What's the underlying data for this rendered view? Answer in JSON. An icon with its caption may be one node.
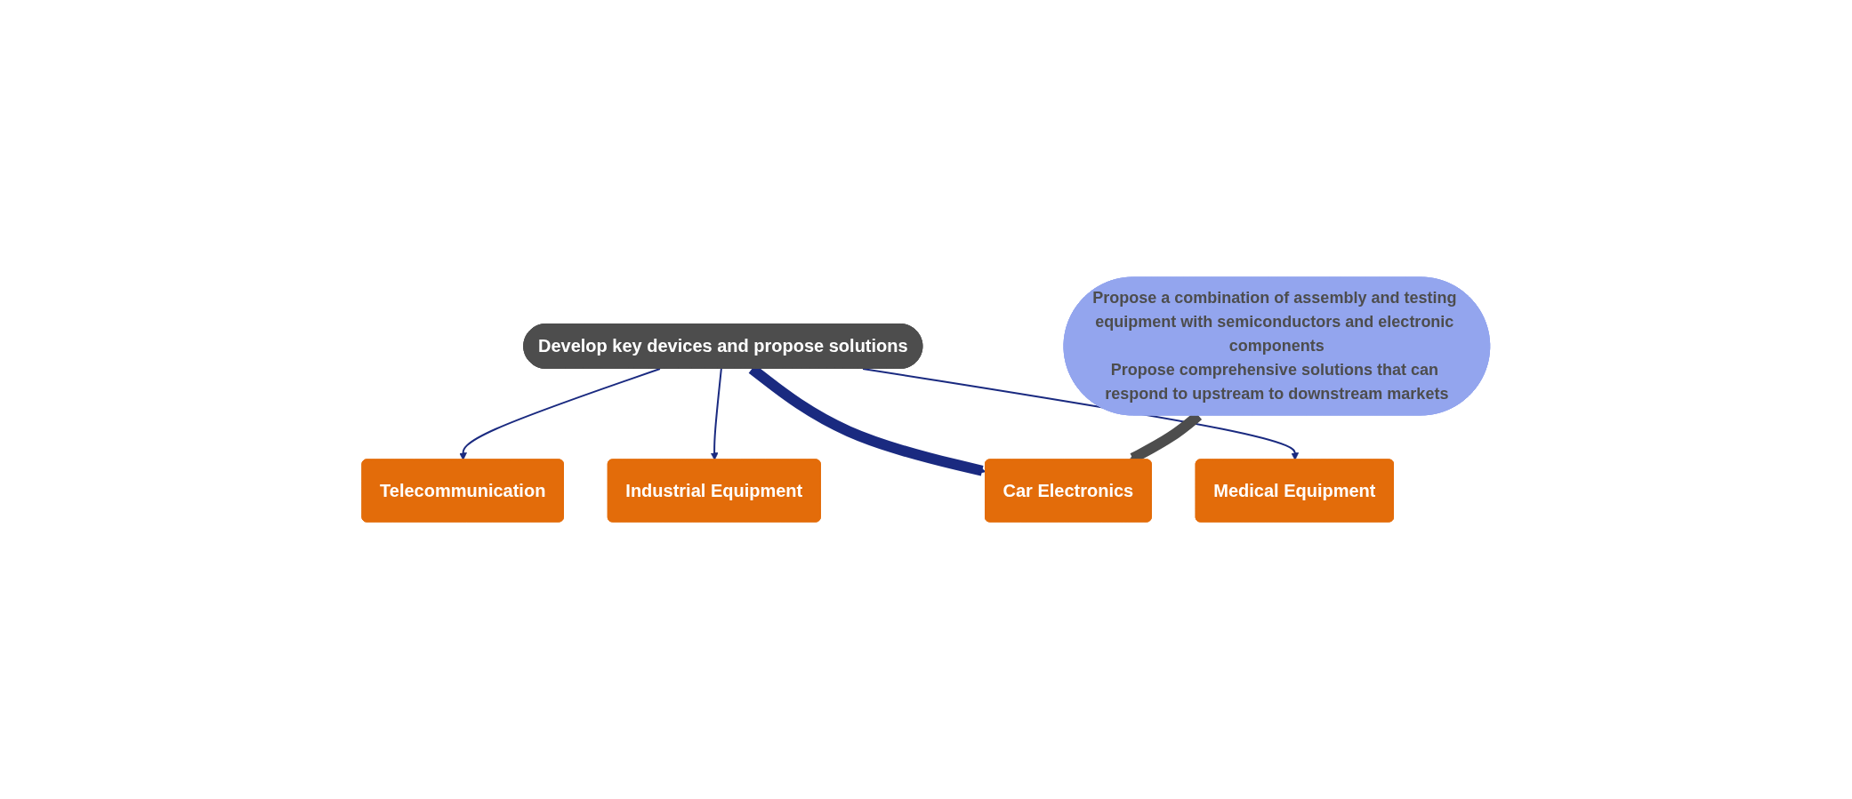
{
  "diagram": {
    "nodes": [
      {
        "text": [
          "Develop key devices and propose solutions"
        ]
      },
      {
        "text": [
          "Telecommunication"
        ]
      },
      {
        "text": [
          "Industrial Equipment"
        ]
      },
      {
        "text": [
          "Car Electronics"
        ]
      },
      {
        "text": [
          "Medical Equipment"
        ]
      },
      {
        "text": [
          "Propose a combination of assembly and testing equipment with semiconductors and electronic components",
          "Propose comprehensive solutions that can respond to upstream to downstream markets"
        ]
      }
    ],
    "edges": [
      {
        "from": 0,
        "to": 1,
        "arrow": "to"
      },
      {
        "from": 0,
        "to": 2,
        "arrow": "to"
      },
      {
        "from": 0,
        "to": 3,
        "arrow": "to",
        "style": "thick"
      },
      {
        "from": 0,
        "to": 4,
        "arrow": "to"
      },
      {
        "from": 5,
        "to": 3,
        "arrow": "to",
        "style": "thick",
        "color": "#4d4d4d"
      }
    ]
  }
}
